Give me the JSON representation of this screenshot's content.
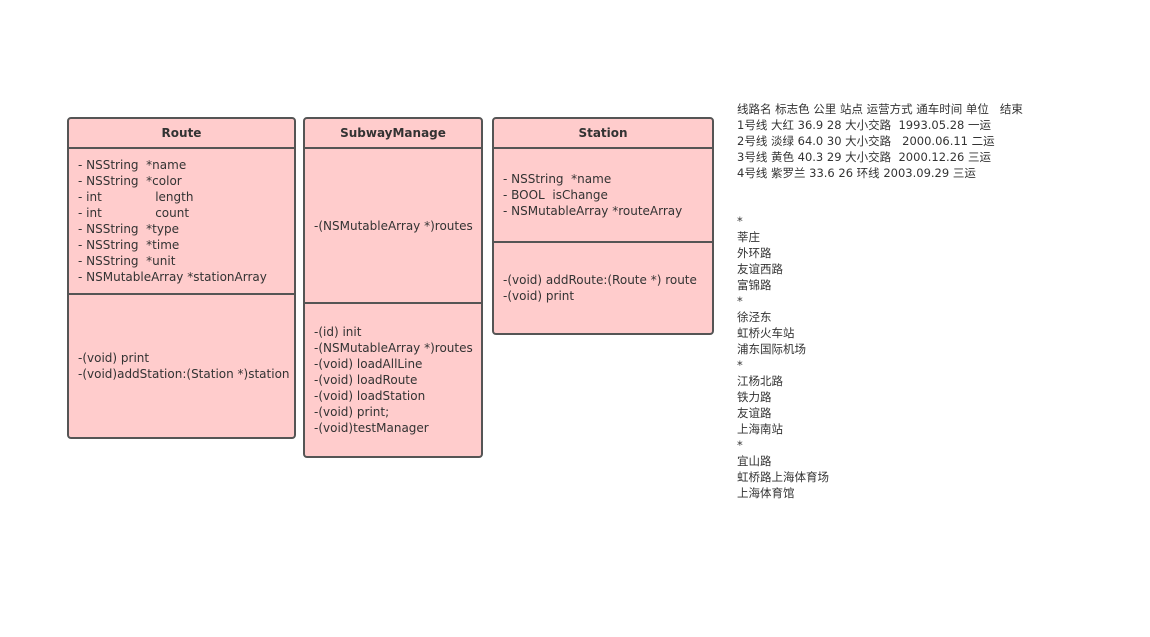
{
  "route_class": {
    "name": "Route",
    "attributes": [
      "- NSString  *name",
      "- NSString  *color",
      "- int              length",
      "- int              count",
      "- NSString  *type",
      "- NSString  *time",
      "- NSString  *unit",
      "- NSMutableArray *stationArray"
    ],
    "methods": [
      "-(void) print",
      "-(void)addStation:(Station *)station"
    ]
  },
  "subway_manage_class": {
    "name": "SubwayManage",
    "attributes": [
      "-(NSMutableArray *)routes"
    ],
    "methods": [
      "-(id) init",
      "-(NSMutableArray *)routes",
      "-(void) loadAllLine",
      "-(void) loadRoute",
      "-(void) loadStation",
      "-(void) print;",
      "-(void)testManager"
    ]
  },
  "station_class": {
    "name": "Station",
    "attributes": [
      "- NSString  *name",
      "- BOOL  isChange",
      "- NSMutableArray *routeArray"
    ],
    "methods": [
      "-(void) addRoute:(Route *) route",
      "-(void) print"
    ]
  },
  "note": {
    "table_lines": [
      "线路名 标志色 公里 站点 运营方式 通车时间 单位   结束",
      "1号线 大红 36.9 28 大小交路  1993.05.28 一运",
      "2号线 淡绿 64.0 30 大小交路   2000.06.11 二运",
      "3号线 黄色 40.3 29 大小交路  2000.12.26 三运",
      "4号线 紫罗兰 33.6 26 环线 2003.09.29 三运"
    ],
    "station_lines": [
      "*",
      "莘庄",
      "外环路",
      "友谊西路",
      "富锦路",
      "*",
      "徐泾东",
      "虹桥火车站",
      "浦东国际机场",
      "*",
      "江杨北路",
      "铁力路",
      "友谊路",
      "上海南站",
      "*",
      "宜山路",
      "虹桥路上海体育场",
      "上海体育馆"
    ]
  }
}
